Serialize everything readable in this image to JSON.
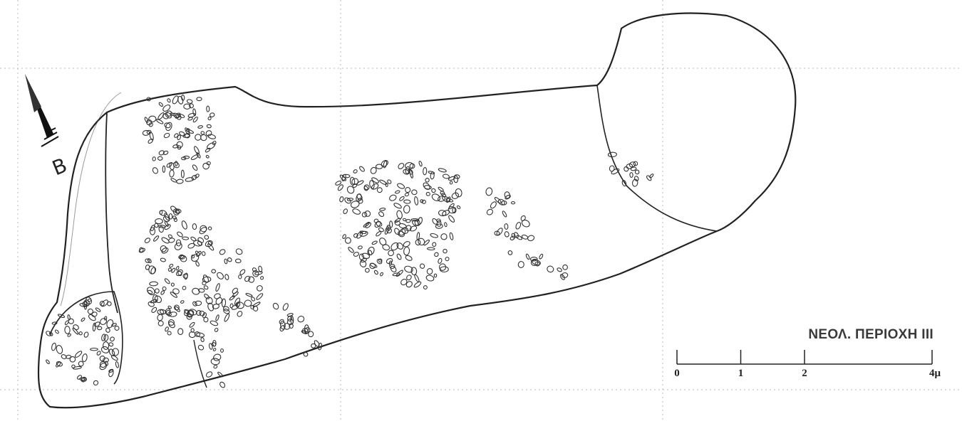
{
  "title": "ΝΕΟΛ. ΠΕΡΙΟΧΗ ΙΙΙ",
  "north_arrow": {
    "letter": "B",
    "icon": "north-arrow-icon"
  },
  "scale_bar": {
    "ticks": [
      {
        "label": "0",
        "value": 0
      },
      {
        "label": "1",
        "value": 1
      },
      {
        "label": "2",
        "value": 2
      },
      {
        "label": "4μ",
        "value": 4
      }
    ],
    "max_value": 4
  },
  "colors": {
    "ink": "#222222",
    "grid": "#bbbbbb",
    "stone_ink": "#333333"
  },
  "stone_clusters": [
    {
      "name": "stone-cluster-northwest"
    },
    {
      "name": "stone-cluster-central-left"
    },
    {
      "name": "stone-cluster-southwest-apse"
    },
    {
      "name": "stone-cluster-south-1"
    },
    {
      "name": "stone-cluster-south-2"
    },
    {
      "name": "stone-cluster-central"
    },
    {
      "name": "stone-cluster-east-1"
    },
    {
      "name": "stone-cluster-east-2"
    },
    {
      "name": "stone-cluster-east-apse"
    }
  ]
}
